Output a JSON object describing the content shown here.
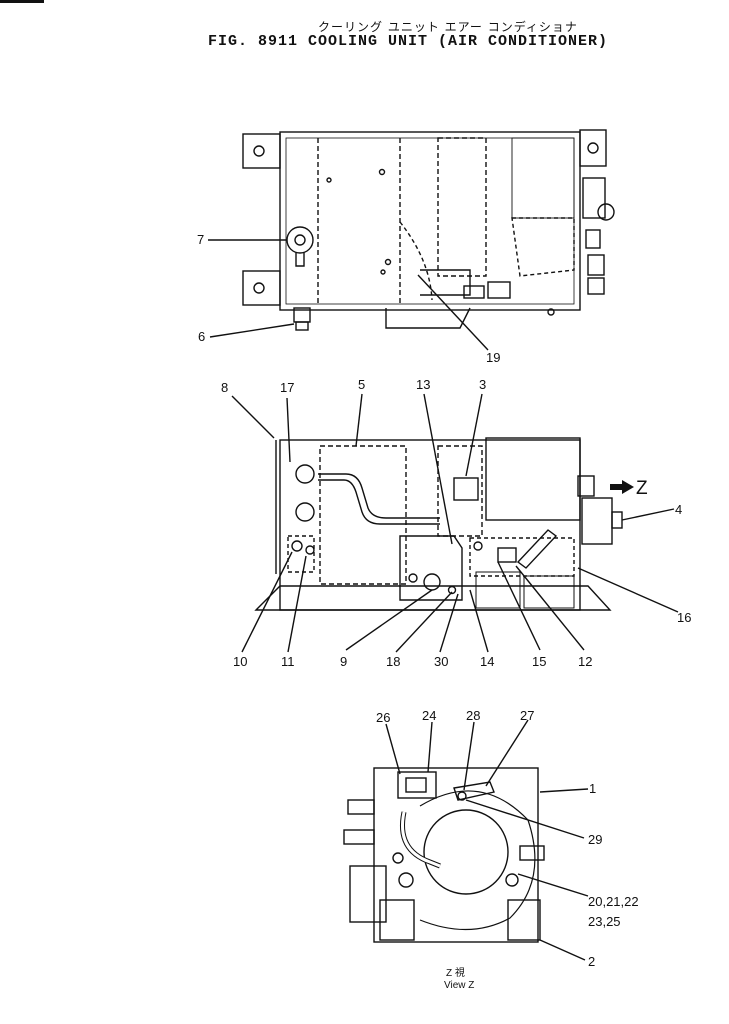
{
  "header": {
    "japanese": "クーリング ユニット エアー コンディショナ",
    "title": "FIG. 8911  COOLING UNIT (AIR CONDITIONER)"
  },
  "view_arrow": "Z",
  "view_caption": {
    "japanese": "Z 視",
    "english": "View Z"
  },
  "callouts": {
    "top_view": [
      "7",
      "6",
      "19"
    ],
    "side_view": [
      "8",
      "17",
      "5",
      "13",
      "3",
      "4",
      "16",
      "10",
      "11",
      "9",
      "18",
      "30",
      "14",
      "15",
      "12"
    ],
    "view_z": [
      "26",
      "24",
      "28",
      "27",
      "1",
      "29",
      "20,21,22",
      "23,25",
      "2"
    ]
  },
  "colors": {
    "ink": "#111111",
    "paper": "#ffffff"
  }
}
